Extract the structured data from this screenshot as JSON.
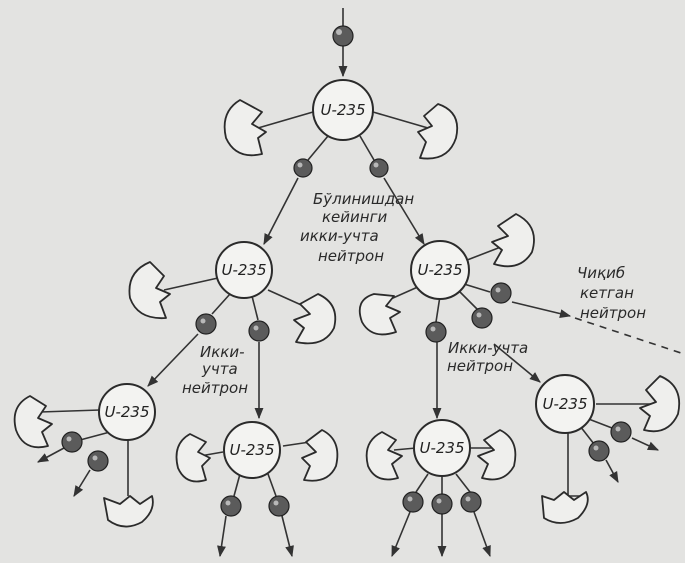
{
  "nucleus_label": "U-235",
  "captions": {
    "after_fission_neutrons": [
      "Бўлинишдан",
      "кейинги",
      "икки-учта",
      "нейтрон"
    ],
    "two_three_neutrons_left": [
      "Икки-",
      "учта",
      "нейтрон"
    ],
    "two_three_neutrons_right": [
      "Икки-учта",
      "нейтрон"
    ],
    "escaped_neutron": [
      "Чиқиб",
      "кетган",
      "нейтрон"
    ]
  }
}
